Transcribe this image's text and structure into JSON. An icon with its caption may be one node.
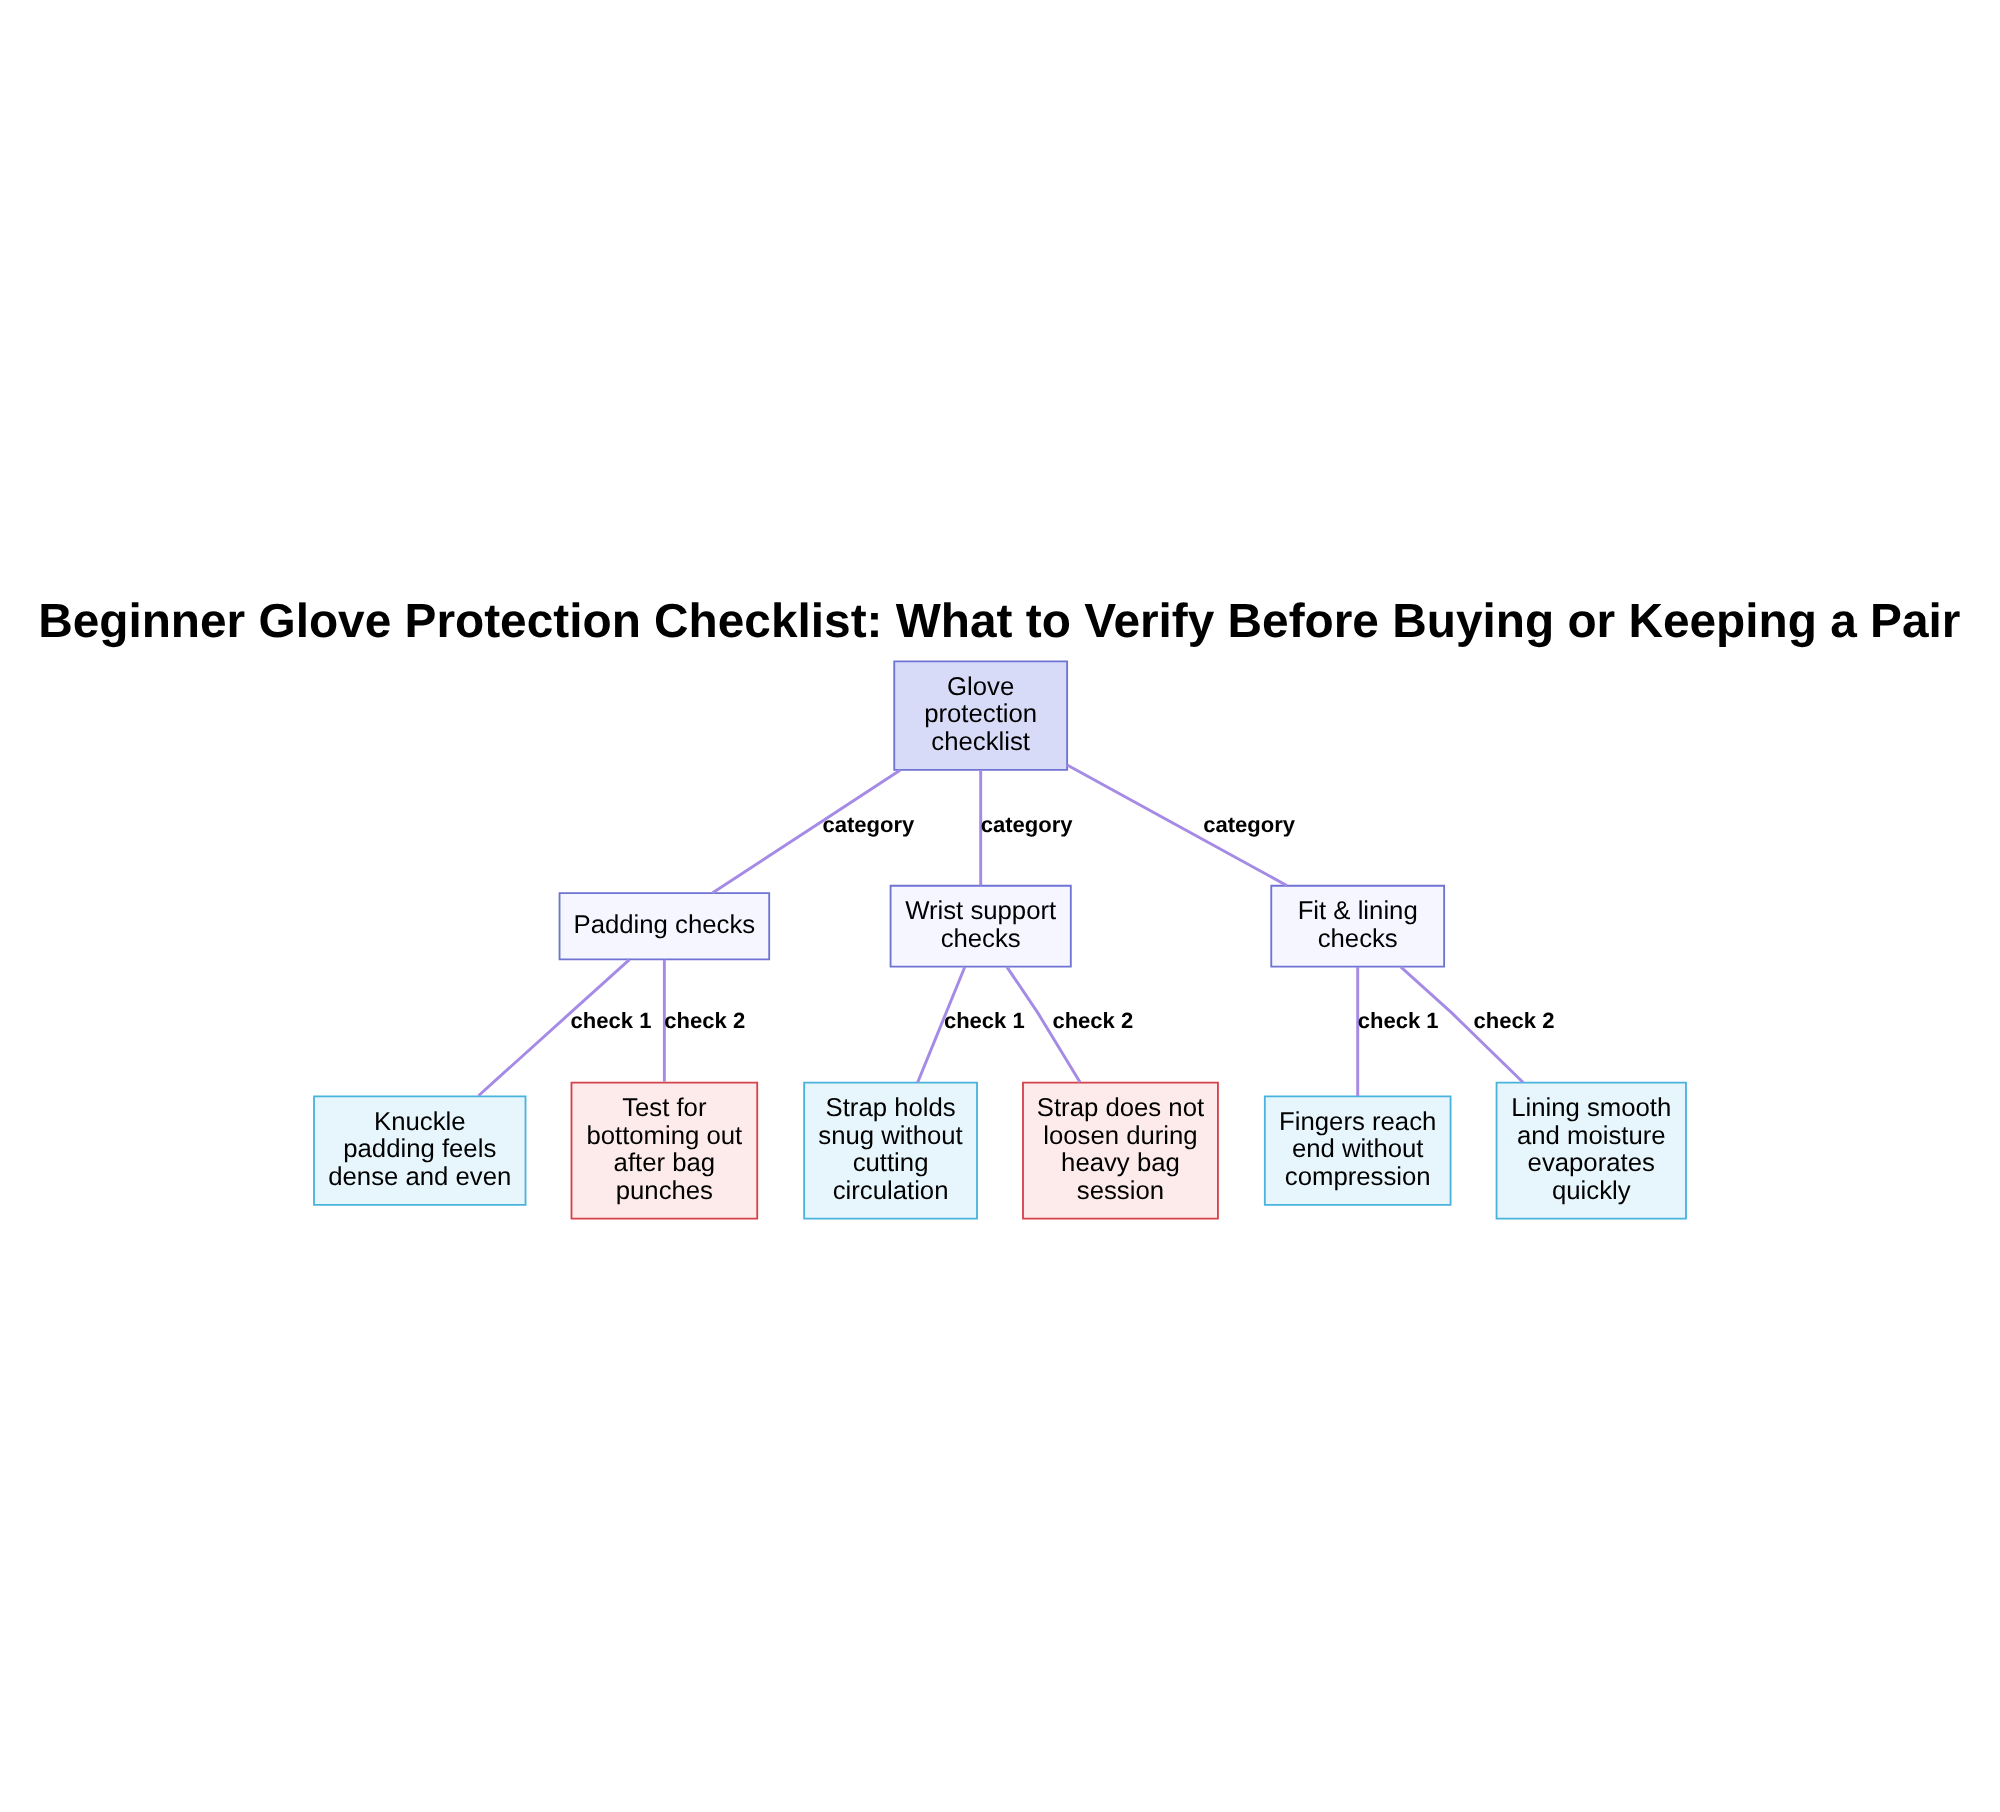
{
  "diagram": {
    "title": "Beginner Glove Protection Checklist: What to Verify Before Buying or Keeping a Pair",
    "nodes": [
      {
        "text": [
          "Glove protection checklist"
        ]
      },
      {
        "text": [
          "Padding checks"
        ]
      },
      {
        "text": [
          "Wrist support checks"
        ]
      },
      {
        "text": [
          "Fit & lining checks"
        ]
      },
      {
        "text": [
          "Knuckle padding feels dense and even"
        ]
      },
      {
        "text": [
          "Test for bottoming out after bag punches"
        ]
      },
      {
        "text": [
          "Strap holds snug without cutting circulation"
        ]
      },
      {
        "text": [
          "Strap does not loosen during heavy bag session"
        ]
      },
      {
        "text": [
          "Fingers reach end without compression"
        ]
      },
      {
        "text": [
          "Lining smooth and moisture evaporates quickly"
        ]
      }
    ],
    "edges": [
      {
        "from": 0,
        "to": 1,
        "arrow": "none",
        "label": "category"
      },
      {
        "from": 0,
        "to": 2,
        "arrow": "none",
        "label": "category"
      },
      {
        "from": 0,
        "to": 3,
        "arrow": "none",
        "label": "category"
      },
      {
        "from": 1,
        "to": 4,
        "arrow": "none",
        "label": "check 1"
      },
      {
        "from": 1,
        "to": 5,
        "arrow": "none",
        "label": "check 2"
      },
      {
        "from": 2,
        "to": 6,
        "arrow": "none",
        "label": "check 1"
      },
      {
        "from": 2,
        "to": 7,
        "arrow": "none",
        "label": "check 2"
      },
      {
        "from": 3,
        "to": 8,
        "arrow": "none",
        "label": "check 1"
      },
      {
        "from": 3,
        "to": 9,
        "arrow": "none",
        "label": "check 2"
      }
    ]
  }
}
